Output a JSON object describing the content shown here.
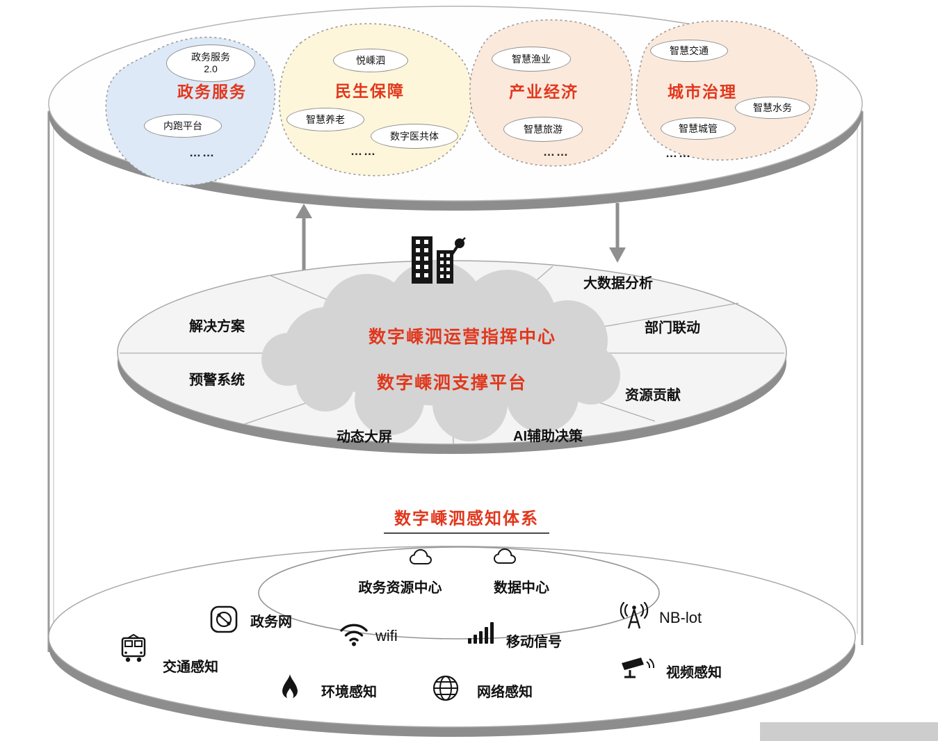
{
  "colors": {
    "accent_red": "#e1371d",
    "blob_blue": "#dde9f6",
    "blob_yellow": "#fdf6da",
    "blob_peach": "#fbe9dc",
    "cloud_gray": "#d4d4d4",
    "rim_gray": "#8d8d8d"
  },
  "top_layer": {
    "domains": [
      {
        "title": "政务服务",
        "bubbles": [
          "政务服务 2.0",
          "内跑平台",
          "……"
        ]
      },
      {
        "title": "民生保障",
        "bubbles": [
          "悦嵊泗",
          "智慧养老",
          "数字医共体",
          "……"
        ]
      },
      {
        "title": "产业经济",
        "bubbles": [
          "智慧渔业",
          "智慧旅游",
          "……"
        ]
      },
      {
        "title": "城市治理",
        "bubbles": [
          "智慧交通",
          "智慧水务",
          "智慧城管",
          "……"
        ]
      }
    ]
  },
  "middle_layer": {
    "command_center": "数字嵊泗运营指挥中心",
    "support_platform": "数字嵊泗支撑平台",
    "segments": [
      "解决方案",
      "预警系统",
      "动态大屏",
      "AI辅助决策",
      "资源贡献",
      "部门联动",
      "大数据分析"
    ]
  },
  "bottom_layer": {
    "title": "数字嵊泗感知体系",
    "centers": [
      {
        "label": "政务资源中心",
        "icon": "cloud-icon"
      },
      {
        "label": "数据中心",
        "icon": "cloud-icon"
      }
    ],
    "networks": [
      {
        "label": "政务网",
        "icon": "gov-network-icon"
      },
      {
        "label": "wifi",
        "icon": "wifi-icon"
      },
      {
        "label": "移动信号",
        "icon": "signal-bars-icon"
      },
      {
        "label": "NB-lot",
        "icon": "antenna-icon"
      }
    ],
    "sensors": [
      {
        "label": "交通感知",
        "icon": "bus-icon"
      },
      {
        "label": "环境感知",
        "icon": "flame-icon"
      },
      {
        "label": "网络感知",
        "icon": "globe-icon"
      },
      {
        "label": "视频感知",
        "icon": "camera-icon"
      }
    ]
  }
}
